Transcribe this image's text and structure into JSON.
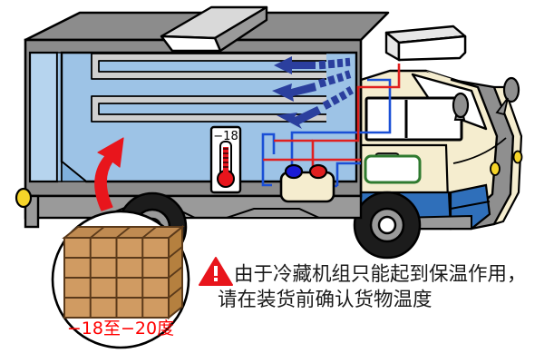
{
  "illustration": {
    "title": "refrigerated-truck-cargo-temperature-diagram",
    "background_color": "#ffffff"
  },
  "warning": {
    "icon": "warning-triangle-icon",
    "icon_color": "#e8151c",
    "icon_mark": "!",
    "line1": "由于冷藏机组只能起到保温作用，",
    "line2": "请在装货前确认货物温度",
    "text_color": "#1a1a1a"
  },
  "thermometer": {
    "label": "−18",
    "label_color": "#000000",
    "bulb_color": "#e8151c",
    "body_color": "#ffffff"
  },
  "callout": {
    "temperature_label": "−18至−20度",
    "temperature_color": "#ff0000",
    "box_fill": "#d09b62",
    "box_top": "#c08b52",
    "box_side": "#b5803f",
    "box_line": "#5b3a1a",
    "circle_stroke": "#000000",
    "circle_fill": "#ffffff",
    "columns": 4,
    "rows": 4
  },
  "truck": {
    "body_blue": "#9dc3e6",
    "body_blue_dark": "#7fb0dd",
    "body_blue_light": "#b6d4ee",
    "roof_gray": "#8c8c8c",
    "chassis_gray": "#9a9a9a",
    "cab_cream": "#f5edcf",
    "cab_blue_stripe": "#2f6fba",
    "hood_gray": "#8f8f8f",
    "outline": "#000000",
    "marker_light": "#f5d429",
    "tire_black": "#1c1c1c",
    "hub_gray": "#9a9a9a",
    "coil_gray": "#cfcfcf",
    "panel_green": "#2f7a2f",
    "pipe_blue": "#1a4fd6",
    "pipe_red": "#e02020"
  },
  "arrows": {
    "airflow_color": "#2b3f9e",
    "airflow_count": 3,
    "airflow_name": "cold-air-flow-arrow",
    "load_arrow_color": "#e8151c",
    "load_arrow_name": "cargo-loading-arrow"
  },
  "roof_unit": {
    "name": "roof-vent-unit",
    "top_color": "#d9d9d9",
    "side_color": "#ffffff"
  },
  "condenser": {
    "name": "condenser-unit",
    "top_color": "#e6e6e6",
    "face_color": "#ffffff"
  },
  "compressor": {
    "name": "compressor-unit",
    "body_color": "#f5edcf",
    "terminal_blue": "#1a1ad6",
    "terminal_red": "#e02020"
  }
}
